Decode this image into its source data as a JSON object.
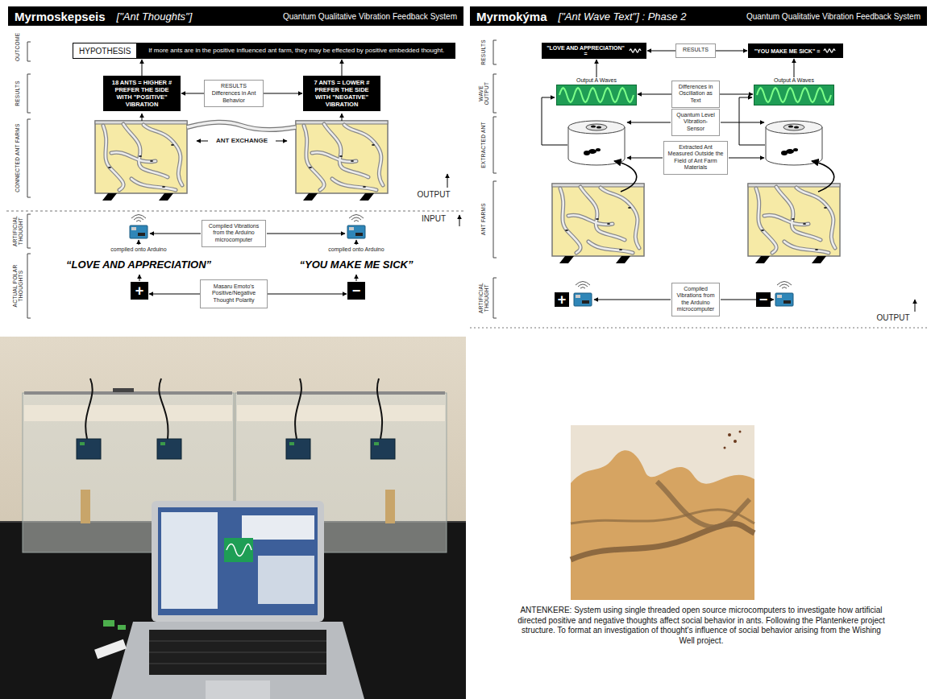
{
  "diagram": {
    "nodes": [
      {
        "text": [
          "Myrmoskepseis",
          "[\"Ant Thoughts\"]",
          "Quantum Qualitative Vibration Feedback System"
        ]
      },
      {
        "text": [
          "HYPOTHESIS",
          "If more ants are in the positive influenced ant farm, they may be effected by positive embedded thought."
        ]
      },
      {
        "text": [
          "18 ANTS = HIGHER # PREFER THE SIDE WITH \"POSITIVE\" VIBRATION"
        ]
      },
      {
        "text": [
          "RESULTS",
          "Differences in Ant Behavior"
        ]
      },
      {
        "text": [
          "7 ANTS = LOWER # PREFER THE SIDE WITH \"NEGATIVE\" VIBRATION"
        ]
      },
      {
        "text": [
          "Compiled Vibrations from the Arduino microcomputer"
        ]
      },
      {
        "text": [
          "+"
        ]
      },
      {
        "text": [
          "Masaru Emoto's Positive/Negative Thought Polarity"
        ]
      },
      {
        "text": [
          "−"
        ]
      },
      {
        "text": [
          "Myrmokýma",
          "[\"Ant Wave Text\"] : Phase 2",
          "Quantum Qualitative Vibration Feedback System"
        ]
      },
      {
        "text": [
          "\"LOVE AND APPRECIATION\" ="
        ]
      },
      {
        "text": [
          "RESULTS"
        ]
      },
      {
        "text": [
          "\"YOU MAKE ME SICK\" ="
        ]
      },
      {
        "text": [
          "Output A Waves"
        ]
      },
      {
        "text": [
          "Differences in Oscillation as Text"
        ]
      },
      {
        "text": [
          "Output A Waves"
        ]
      },
      {
        "text": [
          "Quantum Level Vibration-Sensor"
        ]
      },
      {
        "text": [
          "Extracted Ant Measured Outside the Field of Ant Farm Materials"
        ]
      },
      {
        "text": [
          "+"
        ]
      },
      {
        "text": [
          "Compiled Vibrations from the Arduino microcomputer"
        ]
      },
      {
        "text": [
          "−"
        ]
      }
    ],
    "edges": [
      {
        "from": 2,
        "to": 1,
        "arrow": "to"
      },
      {
        "from": 4,
        "to": 1,
        "arrow": "to"
      },
      {
        "from": 3,
        "to": 2,
        "arrow": "to"
      },
      {
        "from": 3,
        "to": 4,
        "arrow": "to"
      },
      {
        "from": 7,
        "to": 6,
        "arrow": "to"
      },
      {
        "from": 7,
        "to": 8,
        "arrow": "to"
      },
      {
        "from": 13,
        "to": 10,
        "arrow": "to"
      },
      {
        "from": 15,
        "to": 12,
        "arrow": "to"
      },
      {
        "from": 11,
        "to": 10,
        "arrow": "to"
      },
      {
        "from": 11,
        "to": 12,
        "arrow": "to"
      },
      {
        "from": 14,
        "to": 13,
        "arrow": "to"
      },
      {
        "from": 14,
        "to": 15,
        "arrow": "to"
      }
    ],
    "labels": [
      "OUTCOME",
      "RESULTS",
      "CONNECTED ANT FARMS",
      "ANT EXCHANGE",
      "OUTPUT",
      "INPUT",
      "ARTIFICIAL THOUGHT",
      "ACTUAL POLAR THOUGHTS",
      "compiled onto Arduino",
      "“LOVE AND APPRECIATION”",
      "compiled onto Arduino",
      "“YOU MAKE ME SICK”",
      "RESULTS",
      "WAVE OUTPUT",
      "EXTRACTED ANT",
      "ANT FARMS",
      "ARTIFICIAL THOUGHT",
      "OUTPUT"
    ],
    "caption": "ANTENKERE: System using single threaded open source microcomputers to investigate how artificial directed positive and negative thoughts affect social behavior in ants. Following the Plantenkere project structure. To format an investigation of thought's influence of social behavior arising from the Wishing Well project."
  }
}
